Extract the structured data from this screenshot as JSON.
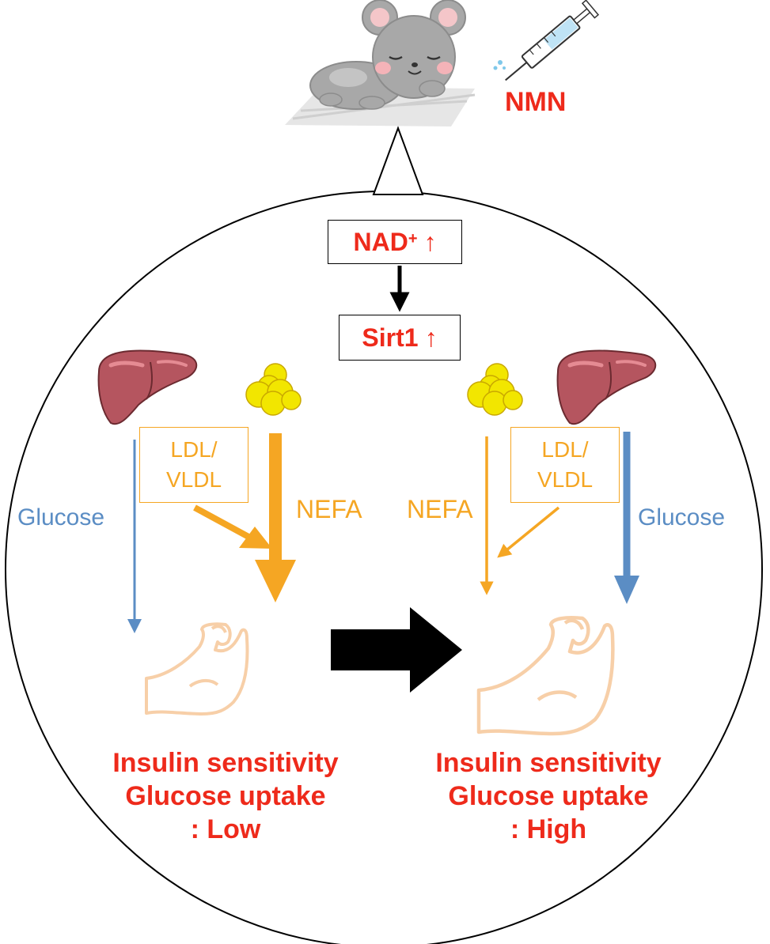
{
  "treatment": {
    "label": "NMN"
  },
  "pathway": {
    "nad_box": {
      "label": "NAD",
      "superscript": "+",
      "arrow": "↑"
    },
    "sirt1_box": {
      "label": "Sirt1",
      "arrow": "↑"
    }
  },
  "left_panel": {
    "lipoprotein_line1": "LDL/",
    "lipoprotein_line2": "VLDL",
    "fatty_acid_label": "NEFA",
    "glucose_label": "Glucose",
    "outcome_line1": "Insulin sensitivity",
    "outcome_line2": "Glucose uptake",
    "outcome_line3": ": Low"
  },
  "right_panel": {
    "lipoprotein_line1": "LDL/",
    "lipoprotein_line2": "VLDL",
    "fatty_acid_label": "NEFA",
    "glucose_label": "Glucose",
    "outcome_line1": "Insulin sensitivity",
    "outcome_line2": "Glucose uptake",
    "outcome_line3": ": High"
  },
  "colors": {
    "highlight_red": "#ee2a1b",
    "lipid_orange": "#f5a623",
    "glucose_blue": "#5b8dc4",
    "muscle_outline": "#f7cfa8",
    "liver": "#b5555f",
    "fat_yellow": "#f2e600",
    "mouse_gray": "#a8a8a8"
  },
  "icons": [
    "mouse-icon",
    "syringe-icon",
    "liver-icon",
    "adipose-icon",
    "muscle-icon"
  ]
}
